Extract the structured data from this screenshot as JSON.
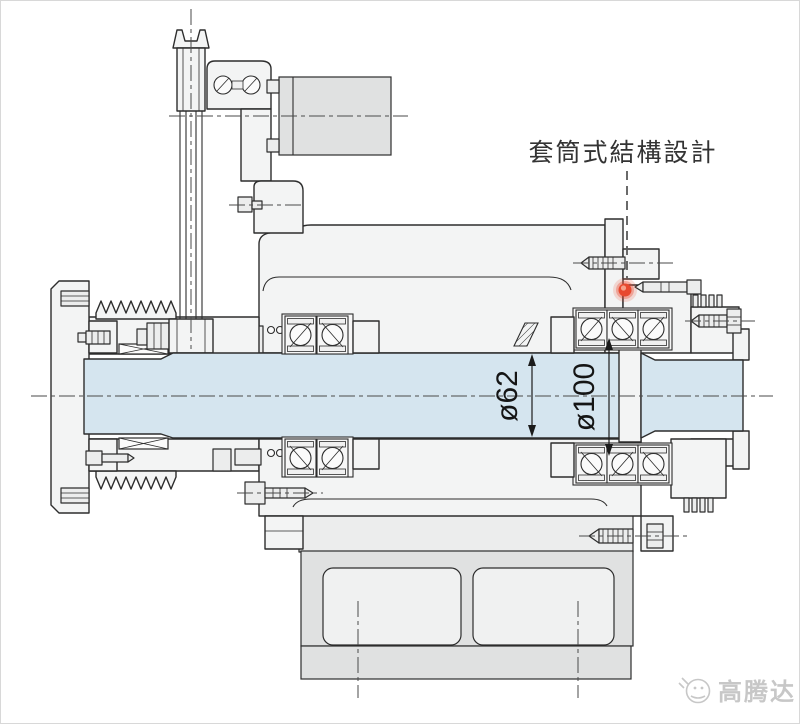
{
  "diagram": {
    "title_callout": "套筒式結構設計",
    "dimensions": {
      "shaft_bore": "ø62",
      "bearing_bore": "ø100"
    },
    "watermark": {
      "brand": "高腾达"
    },
    "colors": {
      "highlight_dot": "#e8492f",
      "shaft_fill": "#d5e5ef",
      "housing_fill": "#f3f4f4",
      "base_fill": "#e4e5e5",
      "outline": "#2d2d2d",
      "watermark_gray": "#c7c7c7"
    },
    "description": "Cross-section drawing of a sleeve-type (cartridge) spindle with belt-driven pulley head, motor, front/rear angular-contact bearings and machine base"
  }
}
